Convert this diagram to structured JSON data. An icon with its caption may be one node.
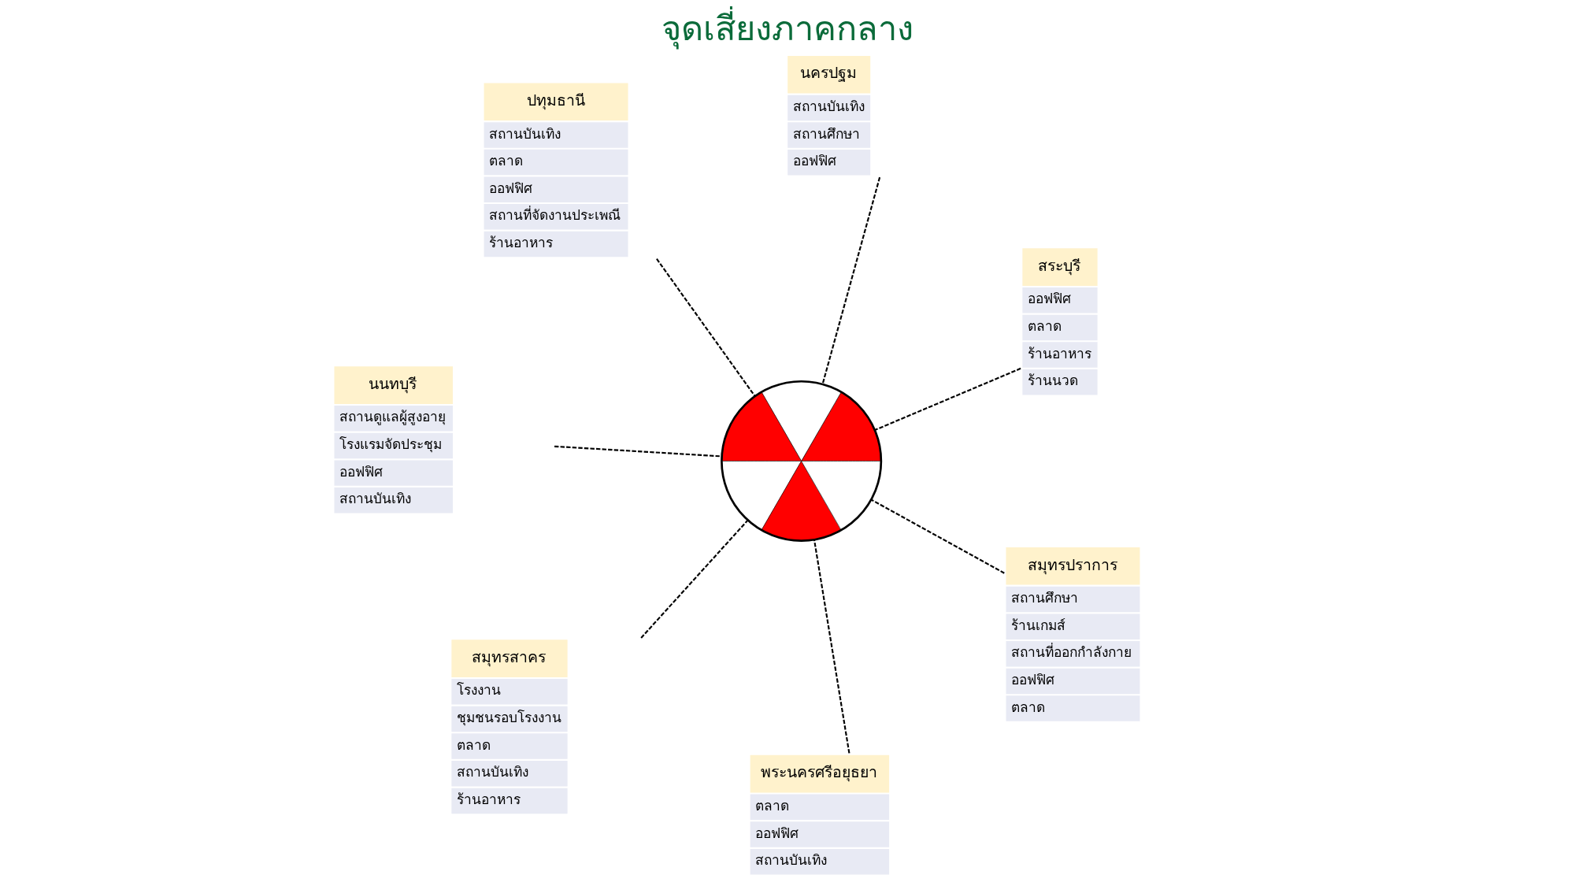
{
  "diagram": {
    "title": "จุดเสี่ยงภาคกลาง",
    "nodes": [
      {
        "text": [
          "นนทบุรี",
          "สถานดูแลผู้สูงอายุ",
          "โรงแรมจัดประชุม",
          "ออฟฟิศ",
          "สถานบันเทิง"
        ]
      },
      {
        "text": [
          "สระบุรี",
          "ออฟฟิศ",
          "ตลาด",
          "ร้านอาหาร",
          "ร้านนวด"
        ]
      },
      {
        "text": [
          "พระนครศรีอยุธยา",
          "ตลาด",
          "ออฟฟิศ",
          "สถานบันเทิง"
        ]
      },
      {
        "text": [
          "นครปฐม",
          "สถานบันเทิง",
          "สถานศึกษา",
          "ออฟฟิศ"
        ]
      },
      {
        "text": [],
        "shape": "circle"
      },
      {
        "text": [
          "ปทุมธานี",
          "สถานบันเทิง",
          "ตลาด",
          "ออฟฟิศ",
          "สถานที่จัดงานประเพณี",
          "ร้านอาหาร"
        ]
      },
      {
        "text": [
          "สมุทรสาคร",
          "โรงงาน",
          "ชุมชนรอบโรงงาน",
          "ตลาด",
          "สถานบันเทิง",
          "ร้านอาหาร"
        ]
      },
      {
        "text": [
          "สมุทรปราการ",
          "สถานศึกษา",
          "ร้านเกมส์",
          "สถานที่ออกกำลังกาย",
          "ออฟฟิศ",
          "ตลาด"
        ]
      }
    ],
    "edges": [
      {
        "from": 0,
        "to": 4,
        "arrow": "none",
        "style": "dashed"
      },
      {
        "from": 1,
        "to": 4,
        "arrow": "none",
        "style": "dashed"
      },
      {
        "from": 2,
        "to": 4,
        "arrow": "none",
        "style": "dashed"
      },
      {
        "from": 3,
        "to": 4,
        "arrow": "none",
        "style": "dashed"
      },
      {
        "from": 5,
        "to": 4,
        "arrow": "none",
        "style": "dashed"
      },
      {
        "from": 6,
        "to": 4,
        "arrow": "none",
        "style": "dashed"
      },
      {
        "from": 7,
        "to": 4,
        "arrow": "none",
        "style": "dashed"
      }
    ]
  }
}
